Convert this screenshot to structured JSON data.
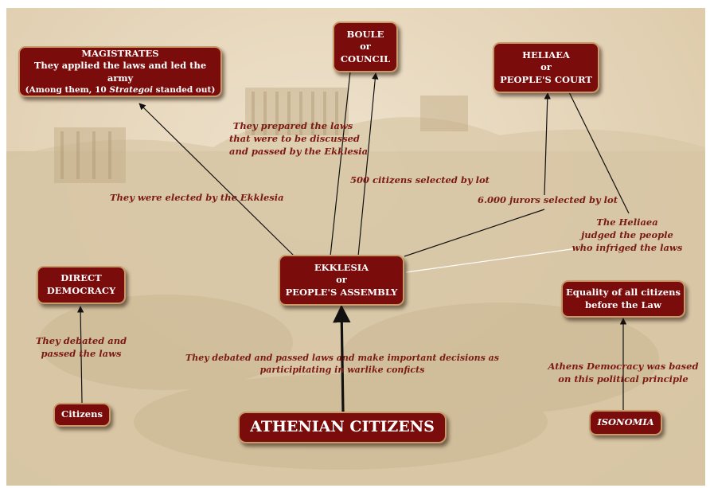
{
  "colors": {
    "box_fill": "#7a0c0c",
    "box_border": "#c89a6a",
    "label_text": "#7a1a14",
    "background": "#e6d6bb",
    "arrow": "#111111",
    "highlight_line": "#ffffff"
  },
  "nodes": {
    "magistrates": {
      "title": "MAGISTRATES",
      "line1": "They applied the laws and led the army",
      "line2_pre": "(Among them, 10 ",
      "line2_em": "Strategoi",
      "line2_post": " standed out)"
    },
    "boule": {
      "line1": "BOULE",
      "line2": "or",
      "line3": "COUNCIL"
    },
    "heliaea": {
      "line1": "HELIAEA",
      "line2": "or",
      "line3": "PEOPLE'S COURT"
    },
    "ekklesia": {
      "line1": "EKKLESIA",
      "line2": "or",
      "line3": "PEOPLE'S ASSEMBLY"
    },
    "direct_democracy": {
      "line1": "DIRECT",
      "line2": "DEMOCRACY"
    },
    "citizens": {
      "label": "Citizens"
    },
    "athenian_citizens": {
      "label": "ATHENIAN CITIZENS"
    },
    "equality": {
      "line1": "Equality of all citizens",
      "line2": "before the Law"
    },
    "isonomia": {
      "label": "ISONOMIA"
    }
  },
  "labels": {
    "prepared": [
      "They prepared the laws",
      "that were to be discussed",
      "and passed by the Ekklesia"
    ],
    "elected": "They were elected by the Ekklesia",
    "selected_500": "500 citizens selected by lot",
    "jurors": "6.000 jurors selected by lot",
    "heliaea_judged": [
      "The Heliaea",
      "judged the people",
      "who infriged the laws"
    ],
    "debated_direct": [
      "They debated and",
      "passed the laws"
    ],
    "debated_main": [
      "They debated and passed laws and make important decisions as",
      "participitating in warlike conficts"
    ],
    "athens_based": [
      "Athens Democracy was based",
      "on this political principle"
    ]
  }
}
